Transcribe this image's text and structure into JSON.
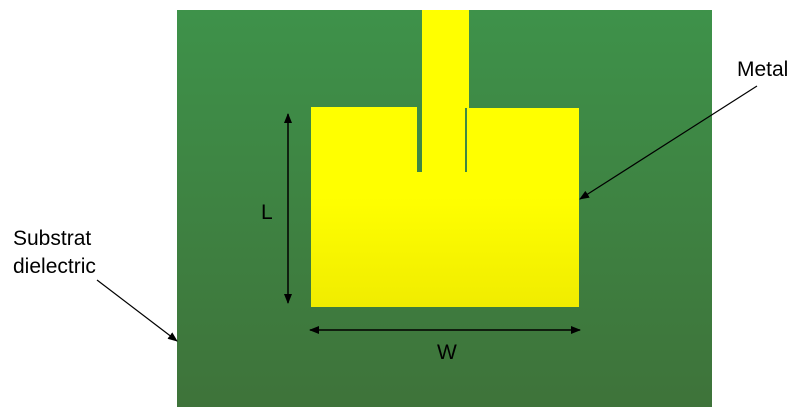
{
  "labels": {
    "metal": "Metal",
    "substrate_line1": "Substrat",
    "substrate_line2": "dielectric",
    "length": "L",
    "width": "W"
  },
  "colors": {
    "substrate_top": "#3e924a",
    "substrate_bottom": "#3e733a",
    "metal_top": "#ffff00",
    "metal_bottom": "#f0ec00",
    "arrow": "#000000"
  }
}
